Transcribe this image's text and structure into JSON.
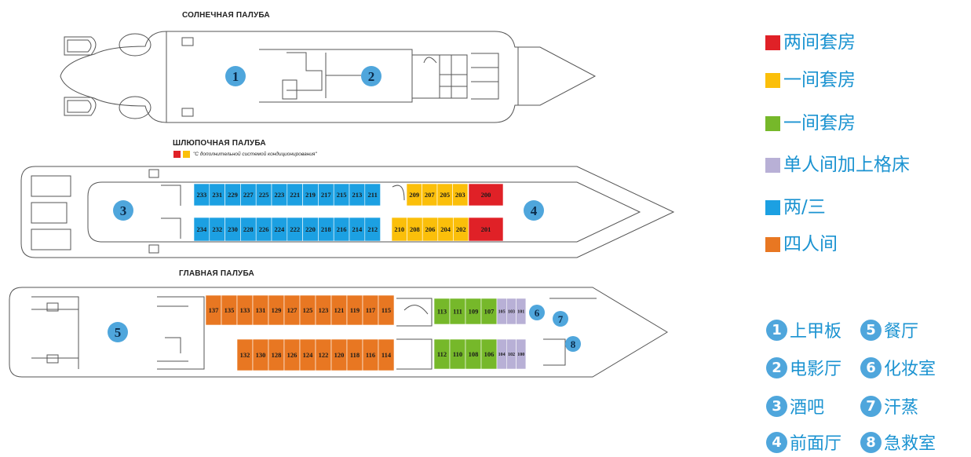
{
  "decks": {
    "sun": {
      "title": "СОЛНЕЧНАЯ ПАЛУБА"
    },
    "boat": {
      "title": "ШЛЮПОЧНАЯ ПАЛУБА",
      "note": "\"С дополнительной системой кондиционирования\""
    },
    "main": {
      "title": "ГЛАВНАЯ ПАЛУБА"
    }
  },
  "colors": {
    "two_room_suite": "#e02127",
    "one_room_suite_yellow": "#fbbf0a",
    "one_room_suite_green": "#76b82a",
    "single_upper_berth": "#b8b0d6",
    "double_triple": "#1ca0e2",
    "quad": "#e87722",
    "marker": "#4fa6dc"
  },
  "cabins": {
    "boat_top_blue": [
      "233",
      "231",
      "229",
      "227",
      "225",
      "223",
      "221",
      "219",
      "217",
      "215",
      "213",
      "211"
    ],
    "boat_bottom_blue": [
      "234",
      "232",
      "230",
      "228",
      "226",
      "224",
      "222",
      "220",
      "218",
      "216",
      "214",
      "212"
    ],
    "boat_top_yellow": [
      "209",
      "207",
      "205",
      "203"
    ],
    "boat_bottom_yellow": [
      "210",
      "208",
      "206",
      "204",
      "202"
    ],
    "boat_top_red": [
      "200"
    ],
    "boat_bottom_red": [
      "201"
    ],
    "main_top_orange": [
      "137",
      "135",
      "133",
      "131",
      "129",
      "127",
      "125",
      "123",
      "121",
      "119",
      "117",
      "115"
    ],
    "main_bottom_orange": [
      "132",
      "130",
      "128",
      "126",
      "124",
      "122",
      "120",
      "118",
      "116",
      "114"
    ],
    "main_top_green": [
      "113",
      "111",
      "109",
      "107"
    ],
    "main_bottom_green": [
      "112",
      "110",
      "108",
      "106"
    ],
    "main_top_purple": [
      "105",
      "103",
      "101"
    ],
    "main_bottom_purple": [
      "104",
      "102",
      "100"
    ]
  },
  "markers": [
    "1",
    "2",
    "3",
    "4",
    "5",
    "6",
    "7",
    "8"
  ],
  "legend": [
    {
      "label": "两间套房",
      "color": "#e02127"
    },
    {
      "label": "一间套房",
      "color": "#fbbf0a"
    },
    {
      "label": "一间套房",
      "color": "#76b82a"
    },
    {
      "label": "单人间加上格床",
      "color": "#b8b0d6"
    },
    {
      "label": "两/三",
      "color": "#1ca0e2"
    },
    {
      "label": "四人间",
      "color": "#e87722"
    }
  ],
  "key": [
    {
      "num": "1",
      "label": "上甲板"
    },
    {
      "num": "5",
      "label": "餐厅"
    },
    {
      "num": "2",
      "label": "电影厅"
    },
    {
      "num": "6",
      "label": "化妆室"
    },
    {
      "num": "3",
      "label": "酒吧"
    },
    {
      "num": "7",
      "label": "汗蒸"
    },
    {
      "num": "4",
      "label": "前面厅"
    },
    {
      "num": "8",
      "label": "急救室"
    }
  ]
}
